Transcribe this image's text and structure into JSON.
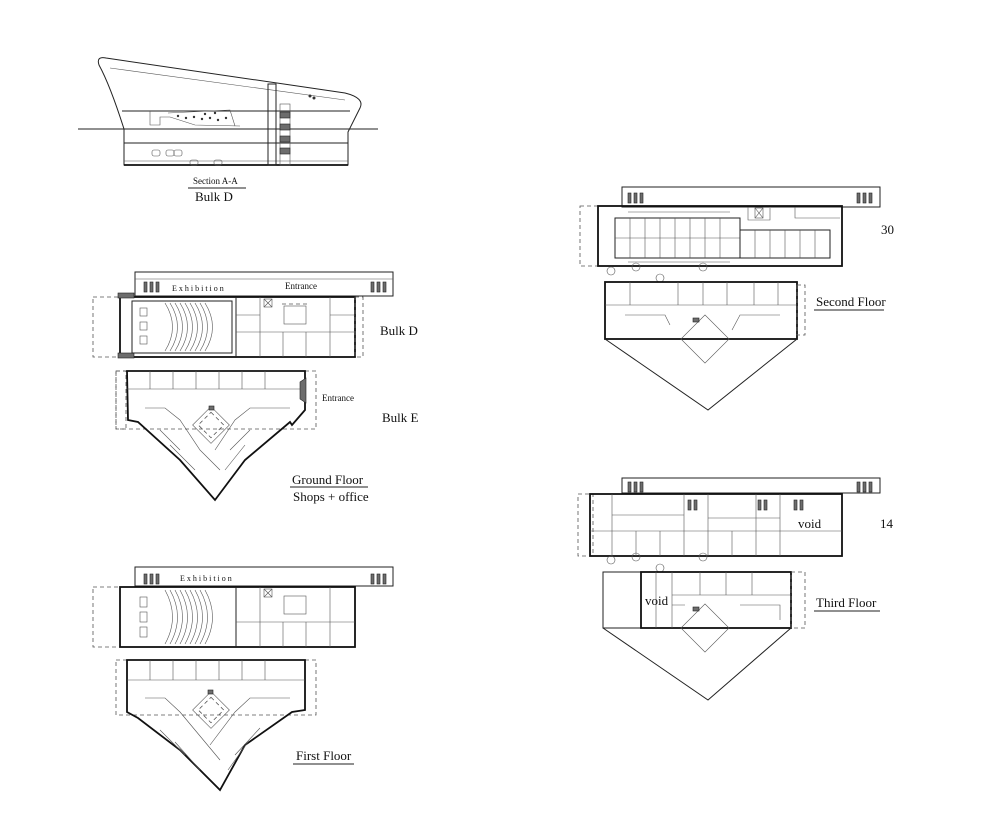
{
  "section": {
    "title": "Section  A-A",
    "subtitle": "Bulk D"
  },
  "ground_floor": {
    "label_bulk_d": "Bulk D",
    "label_bulk_e": "Bulk E",
    "exhibition": "Exhibition",
    "entrance_top": "Entrance",
    "entrance_side": "Entrance",
    "title": "Ground Floor",
    "subtitle": "Shops + office"
  },
  "first_floor": {
    "exhibition": "Exhibition",
    "title": "First Floor"
  },
  "second_floor": {
    "title": "Second Floor",
    "number": "30"
  },
  "third_floor": {
    "title": "Third Floor",
    "number": "14",
    "void_upper": "void",
    "void_lower": "void"
  }
}
